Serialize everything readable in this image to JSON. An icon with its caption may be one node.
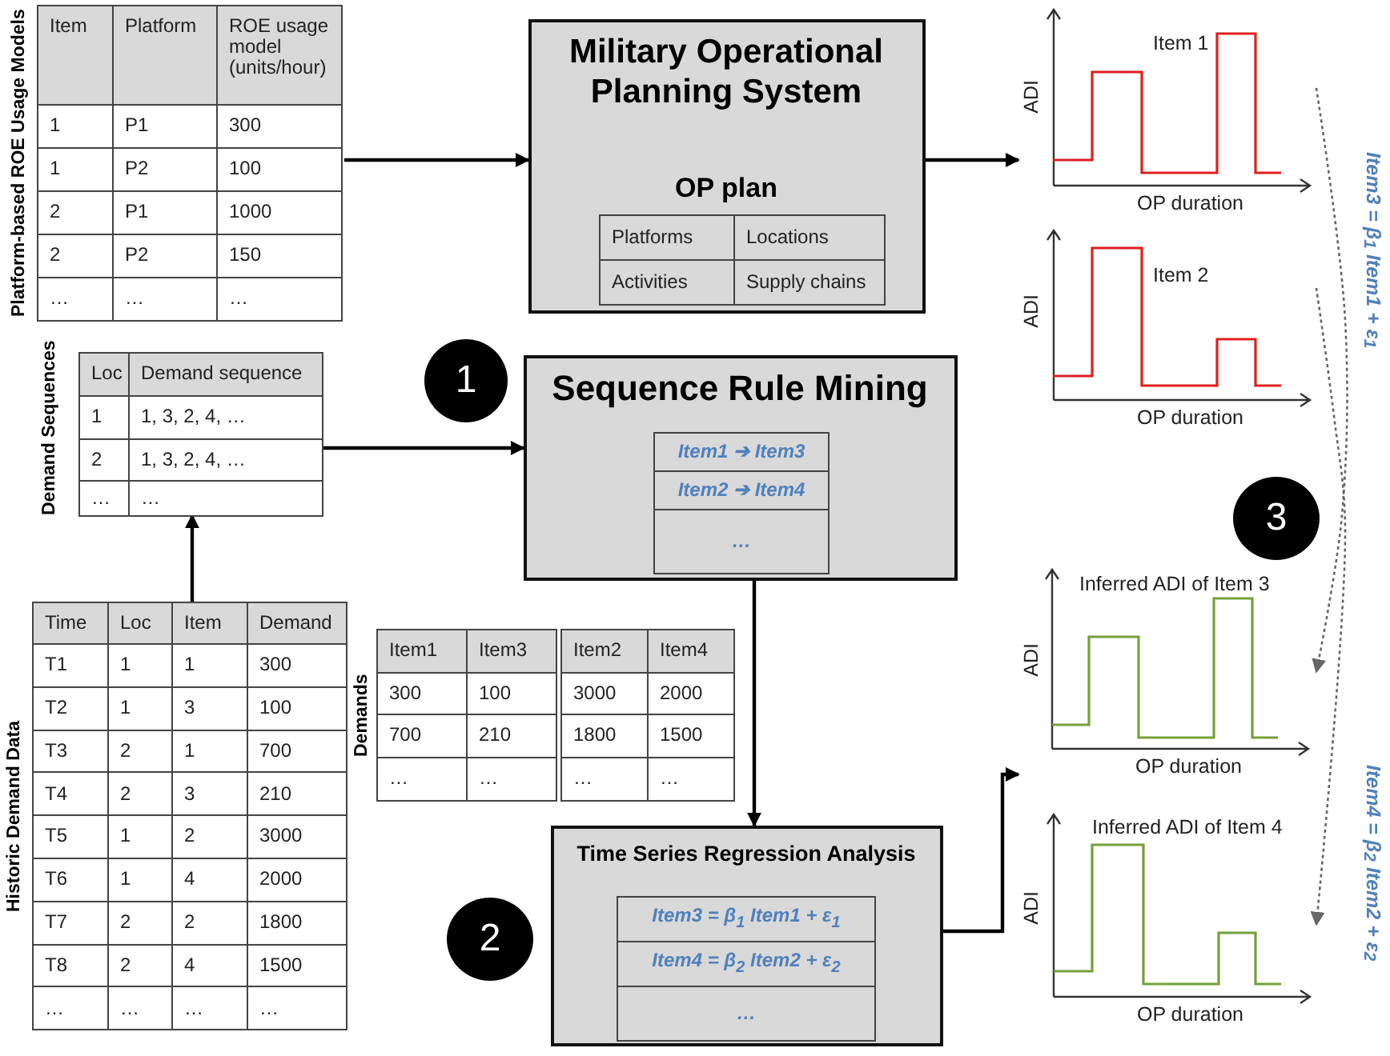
{
  "diagram": {
    "nodes": [
      {
        "text": [
          "Platform-based ROE Usage Models",
          "Item",
          "Platform",
          "ROE usage model (units/hour)",
          "1",
          "P1",
          "300",
          "1",
          "P2",
          "100",
          "2",
          "P1",
          "1000",
          "2",
          "P2",
          "150",
          "…",
          "…",
          "…"
        ]
      },
      {
        "text": [
          "Military Operational Planning System",
          "OP plan"
        ]
      },
      {
        "text": [
          "Platforms",
          "Locations",
          "Activities",
          "Supply chains"
        ],
        "in": 1
      },
      {
        "text": [
          "Demand Sequences",
          "Loc",
          "Demand sequence",
          "1",
          "1, 3, 2, 4, …",
          "2",
          "1, 3, 2, 4, …",
          "…",
          "…"
        ]
      },
      {
        "text": [
          "1"
        ]
      },
      {
        "text": [
          "Sequence Rule Mining"
        ]
      },
      {
        "text": [
          "Item1 ➔ Item3",
          "Item2 ➔ Item4",
          "…"
        ],
        "in": 5
      },
      {
        "text": [
          "Historic Demand Data",
          "Time",
          "Loc",
          "Item",
          "Demand",
          "T1",
          "1",
          "1",
          "300",
          "T2",
          "1",
          "3",
          "100",
          "T3",
          "2",
          "1",
          "700",
          "T4",
          "2",
          "3",
          "210",
          "T5",
          "1",
          "2",
          "3000",
          "T6",
          "1",
          "4",
          "2000",
          "T7",
          "2",
          "2",
          "1800",
          "T8",
          "2",
          "4",
          "1500",
          "…",
          "…",
          "…",
          "…"
        ]
      },
      {
        "text": [
          "Demands",
          "Item1",
          "Item3",
          "300",
          "100",
          "700",
          "210",
          "…",
          "…"
        ]
      },
      {
        "text": [
          "Item2",
          "Item4",
          "3000",
          "2000",
          "1800",
          "1500",
          "…",
          "…"
        ]
      },
      {
        "text": [
          "2"
        ]
      },
      {
        "text": [
          "Time Series Regression Analysis"
        ]
      },
      {
        "text": [
          "Item3 = β$_{1}$ Item1 + ε$_{1}$",
          "Item4 = β$_{2}$ Item2 + ε$_{2}$",
          "…"
        ],
        "in": 11
      },
      {
        "text": [
          "Item 1",
          "ADI",
          "OP duration"
        ]
      },
      {
        "text": [
          "Item 2",
          "ADI",
          "OP duration"
        ]
      },
      {
        "text": [
          "3"
        ]
      },
      {
        "text": [
          "Inferred ADI of Item 3",
          "ADI",
          "OP duration"
        ]
      },
      {
        "text": [
          "Inferred ADI of Item 4",
          "ADI",
          "OP duration"
        ]
      }
    ],
    "edges": [
      {
        "from": 0,
        "to": 1,
        "arrow": "to"
      },
      {
        "from": 1,
        "to": 13,
        "arrow": "to"
      },
      {
        "from": 3,
        "to": 5,
        "arrow": "to"
      },
      {
        "from": 7,
        "to": 3,
        "arrow": "to"
      },
      {
        "from": 5,
        "to": 11,
        "arrow": "to"
      },
      {
        "from": 11,
        "to": 16,
        "arrow": "to"
      },
      {
        "from": 13,
        "to": 16,
        "arrow": "to",
        "label": "Item3 = β$_{1}$ Item1 + ε$_{1}$",
        "style": "dashed",
        "color": "#666666"
      },
      {
        "from": 14,
        "to": 17,
        "arrow": "to",
        "label": "Item4 = β$_{2}$ Item2 + ε$_{2}$",
        "style": "dashed",
        "color": "#666666"
      }
    ]
  }
}
